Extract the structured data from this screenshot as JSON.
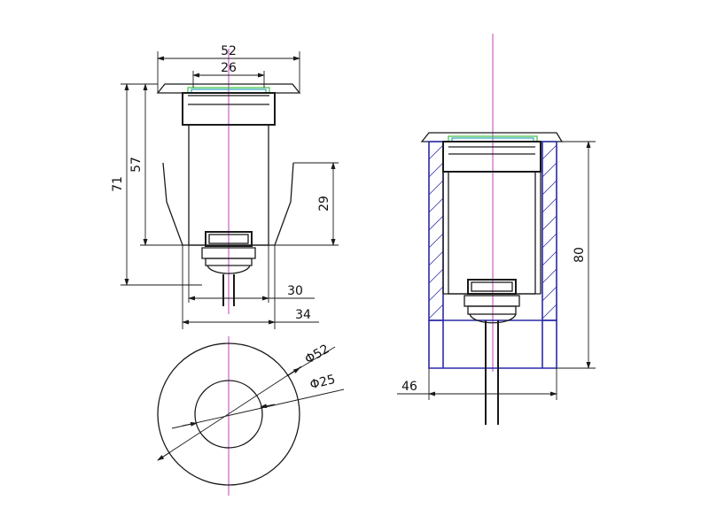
{
  "front_view": {
    "dim_top_outer": "52",
    "dim_top_inner": "26",
    "dim_total_height": "71",
    "dim_body_height": "57",
    "dim_sleeve_height": "29",
    "dim_bottom_inner": "30",
    "dim_bottom_outer": "34"
  },
  "bottom_view": {
    "dim_outer_dia": "Φ52",
    "dim_inner_dia": "Φ25"
  },
  "section_view": {
    "dim_height": "80",
    "dim_width": "46"
  },
  "colors": {
    "outline": "#1a1a1a",
    "axis": "#c040c0",
    "lens_cyan": "#2aa8b8",
    "lens_green": "#3fbf3f",
    "housing_blue": "#2a2aa8"
  }
}
